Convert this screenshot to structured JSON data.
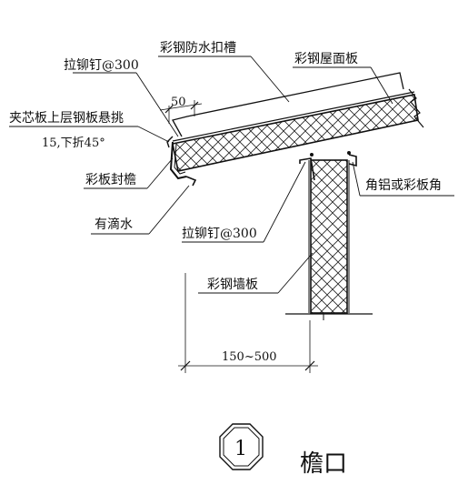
{
  "labels": {
    "gutter": "彩钢防水扣槽",
    "roof_panel": "彩钢屋面板",
    "rivet_top": "拉铆钉@300",
    "overhang_line1": "夹芯板上层钢板悬挑",
    "overhang_line2": "15,下折45°",
    "eave_seal": "彩板封檐",
    "drip": "有滴水",
    "corner": "角铝或彩板角",
    "rivet_mid": "拉铆钉@300",
    "wall_panel": "彩钢墙板"
  },
  "dimensions": {
    "overhang": "50",
    "width_range": "150~500"
  },
  "title": {
    "number": "1",
    "name": "檐口"
  }
}
